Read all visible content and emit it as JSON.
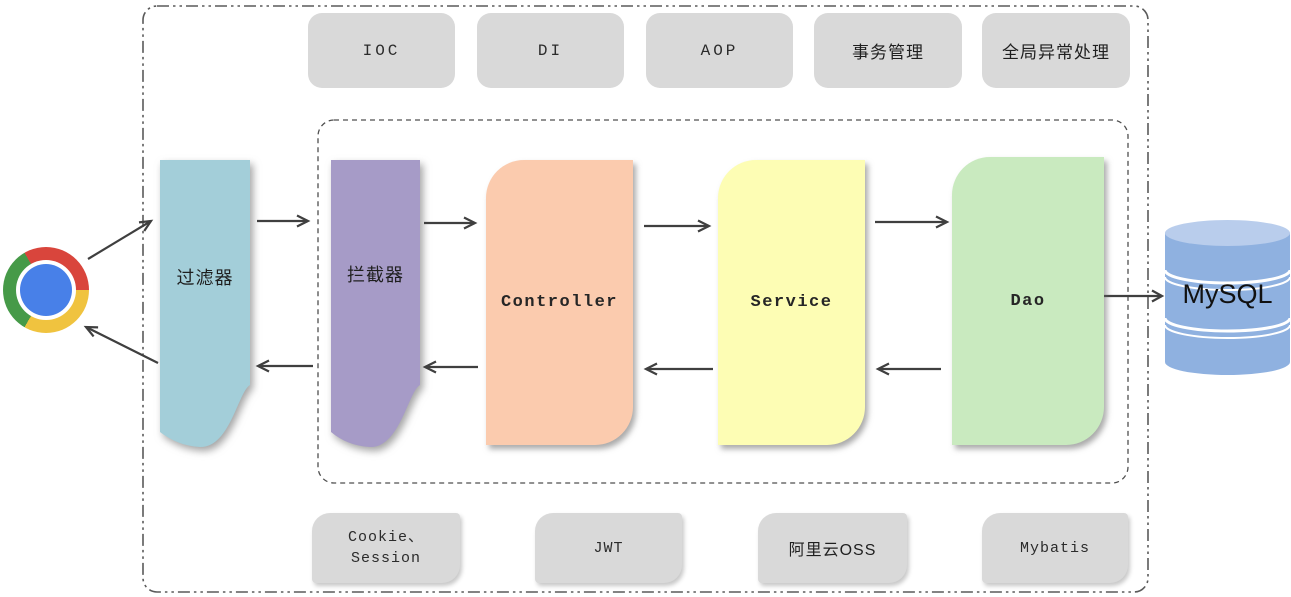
{
  "features": [
    {
      "label": "IOC"
    },
    {
      "label": "DI"
    },
    {
      "label": "AOP"
    },
    {
      "label": "事务管理"
    },
    {
      "label": "全局异常处理"
    }
  ],
  "pipeline": {
    "filter": {
      "label": "过滤器",
      "color": "#a3ced9"
    },
    "interceptor": {
      "label": "拦截器",
      "color": "#a69bc7"
    },
    "controller": {
      "label": "Controller",
      "color": "#fbcbae"
    },
    "service": {
      "label": "Service",
      "color": "#fdfdb4"
    },
    "dao": {
      "label": "Dao",
      "color": "#c9eabf"
    }
  },
  "database": {
    "label": "MySQL",
    "color": "#8fb1e0"
  },
  "browser_icon": "chrome-icon",
  "techs": [
    {
      "line1": "Cookie、",
      "line2": "Session"
    },
    {
      "label": "JWT"
    },
    {
      "label": "阿里云OSS"
    },
    {
      "label": "Mybatis"
    }
  ],
  "colors": {
    "chip_gray": "#d9d9d9",
    "arrow": "#3f3f3f",
    "border": "#5a5a5a"
  }
}
